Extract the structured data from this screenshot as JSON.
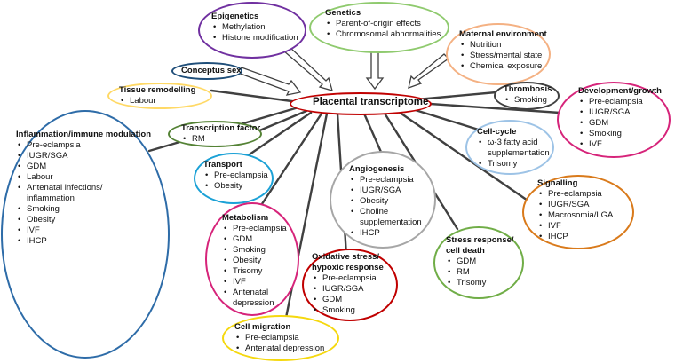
{
  "center": {
    "label": "Placental transcriptome"
  },
  "nodes": {
    "epigenetics": {
      "title": "Epigenetics",
      "items": [
        "Methylation",
        "Histone modification"
      ]
    },
    "genetics": {
      "title": "Genetics",
      "items": [
        "Parent-of-origin effects",
        "Chromosomal abnormalities"
      ]
    },
    "maternal_env": {
      "title": "Maternal environment",
      "items": [
        "Nutrition",
        "Stress/mental state",
        "Chemical exposure"
      ]
    },
    "conceptus_sex": {
      "title": "Conceptus sex",
      "items": []
    },
    "tissue_remodelling": {
      "title": "Tissue remodelling",
      "items": [
        "Labour"
      ]
    },
    "thrombosis": {
      "title": "Thrombosis",
      "items": [
        "Smoking"
      ]
    },
    "development": {
      "title": "Development/growth",
      "items": [
        "Pre-eclampsia",
        "IUGR/SGA",
        "GDM",
        "Smoking",
        "IVF"
      ]
    },
    "inflammation": {
      "title": "Inflammation/immune modulation",
      "items": [
        "Pre-eclampsia",
        "IUGR/SGA",
        "GDM",
        "Labour",
        "Antenatal infections/",
        "inflammation",
        "Smoking",
        "Obesity",
        "IVF",
        "IHCP"
      ]
    },
    "transcription_factor": {
      "title": "Transcription factor",
      "items": [
        "RM"
      ]
    },
    "cell_cycle": {
      "title": "Cell-cycle",
      "items": [
        "ω-3 fatty acid",
        "supplementation",
        "Trisomy"
      ]
    },
    "transport": {
      "title": "Transport",
      "items": [
        "Pre-eclampsia",
        "Obesity"
      ]
    },
    "angiogenesis": {
      "title": "Angiogenesis",
      "items": [
        "Pre-eclampsia",
        "IUGR/SGA",
        "Obesity",
        "Choline",
        "supplementation",
        "IHCP"
      ]
    },
    "signalling": {
      "title": "Signalling",
      "items": [
        "Pre-eclampsia",
        "IUGR/SGA",
        "Macrosomia/LGA",
        "IVF",
        "IHCP"
      ]
    },
    "metabolism": {
      "title": "Metabolism",
      "items": [
        "Pre-eclampsia",
        "GDM",
        "Smoking",
        "Obesity",
        "Trisomy",
        "IVF",
        "Antenatal",
        "depression"
      ]
    },
    "stress_response": {
      "title": "Stress response/\ncell death",
      "items": [
        "GDM",
        "RM",
        "Trisomy"
      ]
    },
    "oxidative_stress": {
      "title": "Oxidative stress/\nhypoxic response",
      "items": [
        "Pre-eclampsia",
        "IUGR/SGA",
        "GDM",
        "Smoking"
      ]
    },
    "cell_migration": {
      "title": "Cell migration",
      "items": [
        "Pre-eclampsia",
        "Antenatal depression"
      ]
    }
  },
  "colors": {
    "center": "#c00000",
    "epigenetics": "#7030a0",
    "genetics": "#8fca6e",
    "maternal_env": "#f4b183",
    "conceptus_sex": "#1f4e79",
    "tissue_remodelling": "#ffd966",
    "thrombosis": "#404040",
    "development": "#d6247a",
    "inflammation": "#2e6ca8",
    "transcription_factor": "#548235",
    "cell_cycle": "#9dc3e6",
    "transport": "#1ba1d6",
    "angiogenesis": "#a6a6a6",
    "signalling": "#d97a1b",
    "metabolism": "#d6247a",
    "stress_response": "#70ad47",
    "oxidative_stress": "#c00000",
    "cell_migration": "#f5d80f",
    "lines": "#404040"
  }
}
